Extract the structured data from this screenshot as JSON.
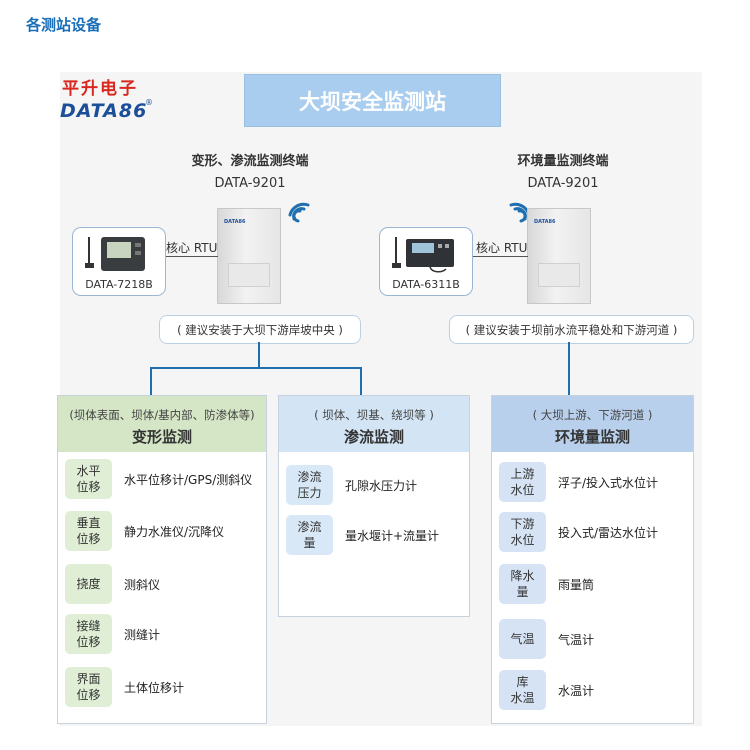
{
  "page": {
    "heading": "各测站设备"
  },
  "brand": {
    "name_cn": "平升电子",
    "name_en": "DATA86",
    "reg": "®"
  },
  "diagram": {
    "title": "大坝安全监测站",
    "terminals": [
      {
        "title": "变形、渗流监测终端",
        "model": "DATA-9201",
        "device": "DATA-7218B",
        "rtu": "核心 RTU",
        "install": "( 建议安装于大坝下游岸坡中央 )"
      },
      {
        "title": "环境量监测终端",
        "model": "DATA-9201",
        "device": "DATA-6311B",
        "rtu": "核心 RTU",
        "install": "( 建议安装于坝前水流平稳处和下游河道 )"
      }
    ],
    "categories": [
      {
        "subtitle": "(坝体表面、坝体/基内部、防渗体等)",
        "name": "变形监测",
        "rows": [
          {
            "tag": "水平\n位移",
            "item": "水平位移计/GPS/测斜仪"
          },
          {
            "tag": "垂直\n位移",
            "item": "静力水准仪/沉降仪"
          },
          {
            "tag": "挠度",
            "item": "测斜仪"
          },
          {
            "tag": "接缝\n位移",
            "item": "测缝计"
          },
          {
            "tag": "界面\n位移",
            "item": "土体位移计"
          }
        ]
      },
      {
        "subtitle": "( 坝体、坝基、绕坝等 )",
        "name": "渗流监测",
        "rows": [
          {
            "tag": "渗流\n压力",
            "item": "孔隙水压力计"
          },
          {
            "tag": "渗流\n量",
            "item": "量水堰计+流量计"
          }
        ]
      },
      {
        "subtitle": "( 大坝上游、下游河道 )",
        "name": "环境量监测",
        "rows": [
          {
            "tag": "上游\n水位",
            "item": "浮子/投入式水位计"
          },
          {
            "tag": "下游\n水位",
            "item": "投入式/雷达水位计"
          },
          {
            "tag": "降水\n量",
            "item": "雨量筒"
          },
          {
            "tag": "气温",
            "item": "气温计"
          },
          {
            "tag": "库\n水温",
            "item": "水温计"
          }
        ]
      }
    ]
  },
  "colors": {
    "heading": "#1a6fb8",
    "brand_red": "#d8281f",
    "brand_blue": "#1b4f9a",
    "connector": "#1f6fb0",
    "deform": "#d4e6c6",
    "seepage": "#d3e4f5",
    "environment": "#b9d0ec",
    "wifi": "#1f6fb0"
  }
}
